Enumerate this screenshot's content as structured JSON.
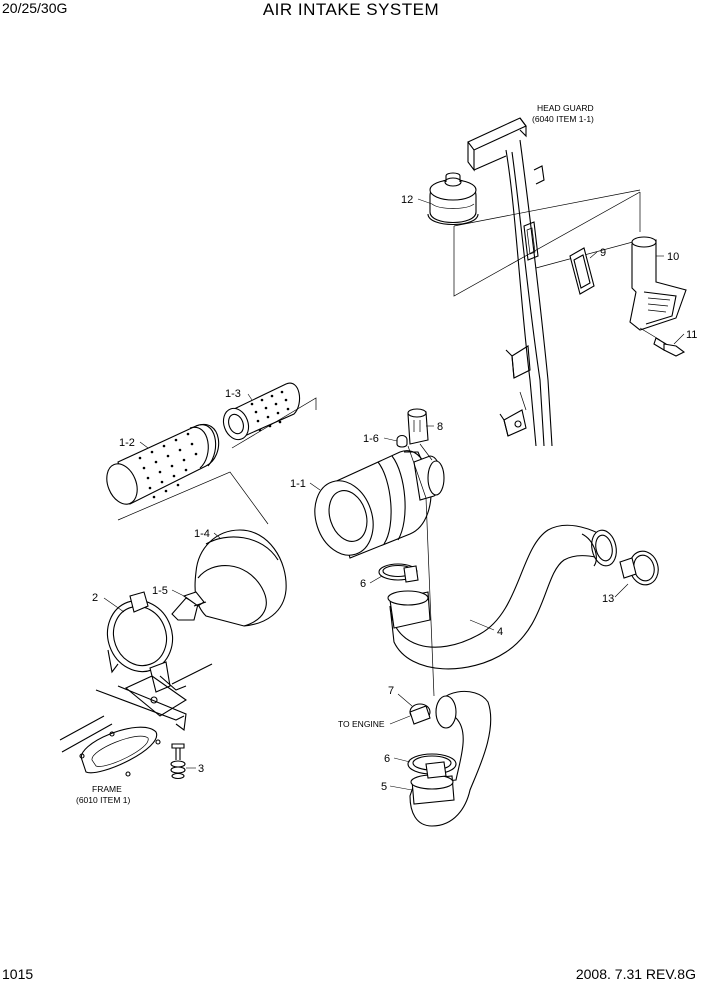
{
  "header": {
    "model": "20/25/30G",
    "title": "AIR INTAKE SYSTEM"
  },
  "footer": {
    "page": "1015",
    "revision": "2008. 7.31  REV.8G"
  },
  "notes": {
    "head_guard": [
      "HEAD GUARD",
      "(6040 ITEM 1-1)"
    ],
    "frame": [
      "FRAME",
      "(6010 ITEM 1)"
    ],
    "to_engine": "TO ENGINE"
  },
  "callouts": {
    "c12": "12",
    "c9": "9",
    "c10": "10",
    "c11": "11",
    "c1_3": "1-3",
    "c1_2": "1-2",
    "c1_6": "1-6",
    "c8": "8",
    "c1_1": "1-1",
    "c1_4": "1-4",
    "c1_5": "1-5",
    "c2": "2",
    "c6a": "6",
    "c13": "13",
    "c4": "4",
    "c7": "7",
    "c6b": "6",
    "c5": "5",
    "c3": "3"
  }
}
